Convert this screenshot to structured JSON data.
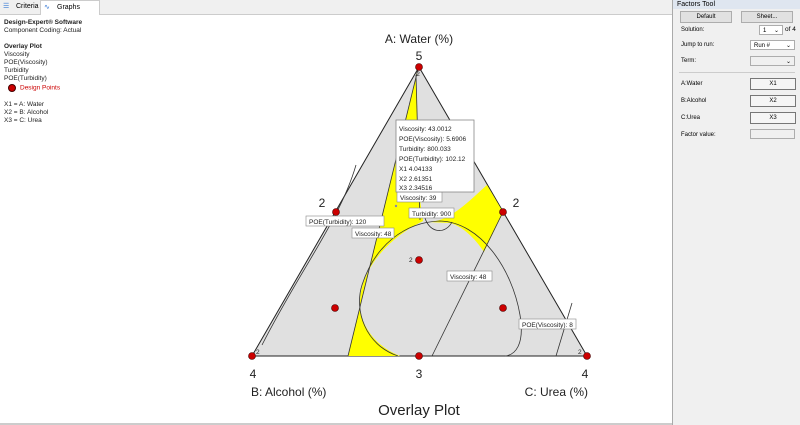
{
  "tabs": [
    {
      "label": "Criteria",
      "icon": "criteria-icon"
    },
    {
      "label": "Graphs",
      "icon": "graphs-icon"
    }
  ],
  "legend": {
    "software": "Design-Expert® Software",
    "coding": "Component Coding: Actual",
    "plot_title": "Overlay Plot",
    "responses": [
      "Viscosity",
      "POE(Viscosity)",
      "Turbidity",
      "POE(Turbidity)"
    ],
    "design_points": "Design Points",
    "factors": [
      "X1 = A: Water",
      "X2 = B: Alcohol",
      "X3 = C: Urea"
    ]
  },
  "plot": {
    "title": "Overlay Plot",
    "axis_a": "A: Water (%)",
    "axis_b": "B: Alcohol (%)",
    "axis_c": "C: Urea (%)",
    "apex_a": "5",
    "apex_b": "4",
    "apex_c": "4",
    "mid_bottom": "3",
    "mid_left": "2",
    "mid_right": "2",
    "replicate": "2",
    "contour_labels": [
      "POE(Turbidity): 120",
      "Viscosity: 48",
      "Turbidity: 900",
      "Viscosity: 48",
      "POE(Viscosity): 8",
      "Viscosity: 39"
    ],
    "tooltip": [
      "Viscosity:   43.0012",
      "POE(Viscosity):   5.6906",
      "Turbidity:   800.033",
      "POE(Turbidity):   102.12",
      "X1  4.04133",
      "X2  2.61351",
      "X3  2.34516"
    ],
    "colors": {
      "feasible": "#ffff00",
      "infeasible": "#e0e0e0",
      "point": "#cc0000"
    }
  },
  "factors_tool": {
    "title": "Factors Tool",
    "default": "Default",
    "sheet": "Sheet...",
    "solution_label": "Solution:",
    "solution_value": "1",
    "solution_of": "of 4",
    "jump_label": "Jump to run:",
    "jump_value": "Run #",
    "term_label": "Term:",
    "term_value": "",
    "factors": [
      {
        "label": "A:Water",
        "button": "X1"
      },
      {
        "label": "B:Alcohol",
        "button": "X2"
      },
      {
        "label": "C:Urea",
        "button": "X3"
      }
    ],
    "factor_value_label": "Factor value:"
  }
}
